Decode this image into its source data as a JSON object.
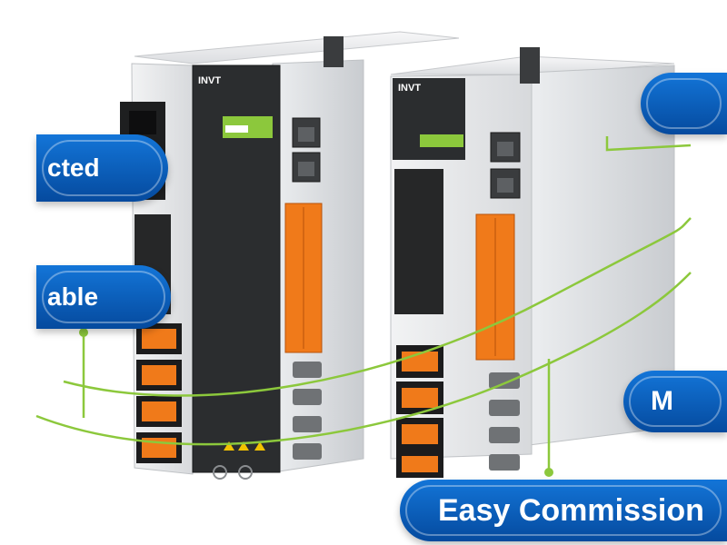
{
  "callouts": {
    "connected": "cted",
    "scalable": "able",
    "top_right": "",
    "multi": "M",
    "easy_commissioning": "Easy Commission"
  },
  "products": {
    "left_brand": "INVT",
    "right_brand": "INVT"
  },
  "colors": {
    "callout_blue": "#0a63c9",
    "callout_blue_dark": "#054a9e",
    "accent_green": "#8cc83c",
    "terminal_orange": "#f07a1a",
    "housing_gray": "#e6e7e9",
    "front_panel_dark": "#2b2d2f"
  }
}
